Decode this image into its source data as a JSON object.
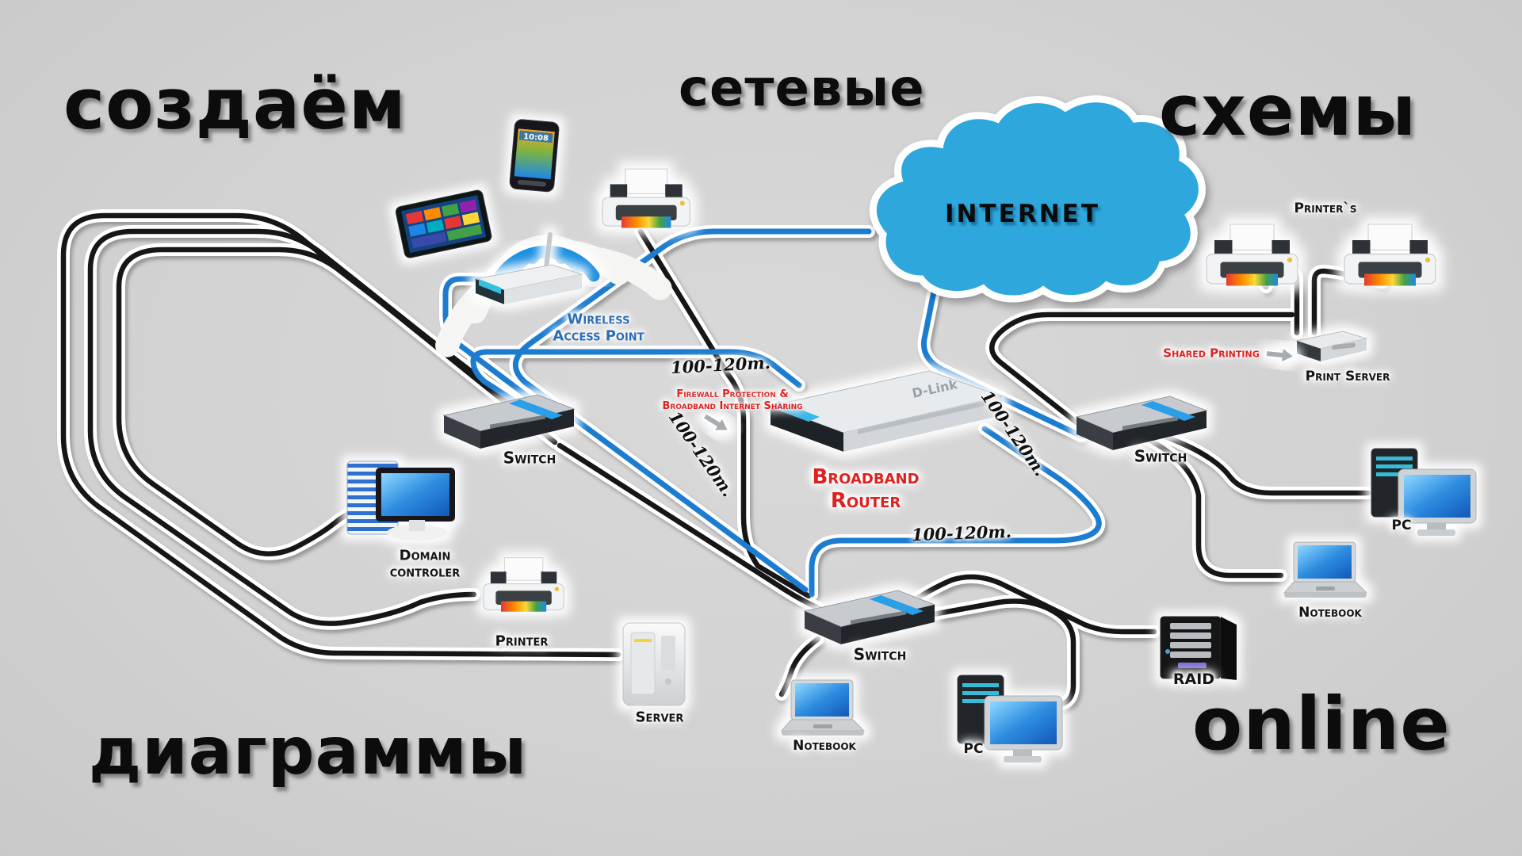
{
  "headlines": {
    "top_left": "создаём",
    "top_center": "сетевые",
    "top_right": "схемы",
    "bottom_left": "диаграммы",
    "bottom_right": "online"
  },
  "cloud": {
    "label": "INTERNET"
  },
  "labels": {
    "wireless_1": "Wireless",
    "wireless_2": "Access Point",
    "switch": "Switch",
    "domain_1": "Domain",
    "domain_2": "controler",
    "printer": "Printer",
    "server": "Server",
    "notebook": "Notebook",
    "pc": "PC",
    "raid": "RAID",
    "printers_top": "Printer`s",
    "print_server": "Print Server",
    "router_1": "Broadband",
    "router_2": "Router",
    "firewall_1": "Firewall Protection &",
    "firewall_2": "Broadband Internet Sharing",
    "shared_printing": "Shared Printing",
    "distance": "100-120m."
  },
  "colors": {
    "background": "#d2d2d2",
    "cable_black": "#161616",
    "cable_blue": "#1b7cd0",
    "cloud_blue": "#2fa8dc",
    "label_red": "#e0201f",
    "label_blue": "#2a6db5",
    "headline_black": "#0c0c0c"
  }
}
